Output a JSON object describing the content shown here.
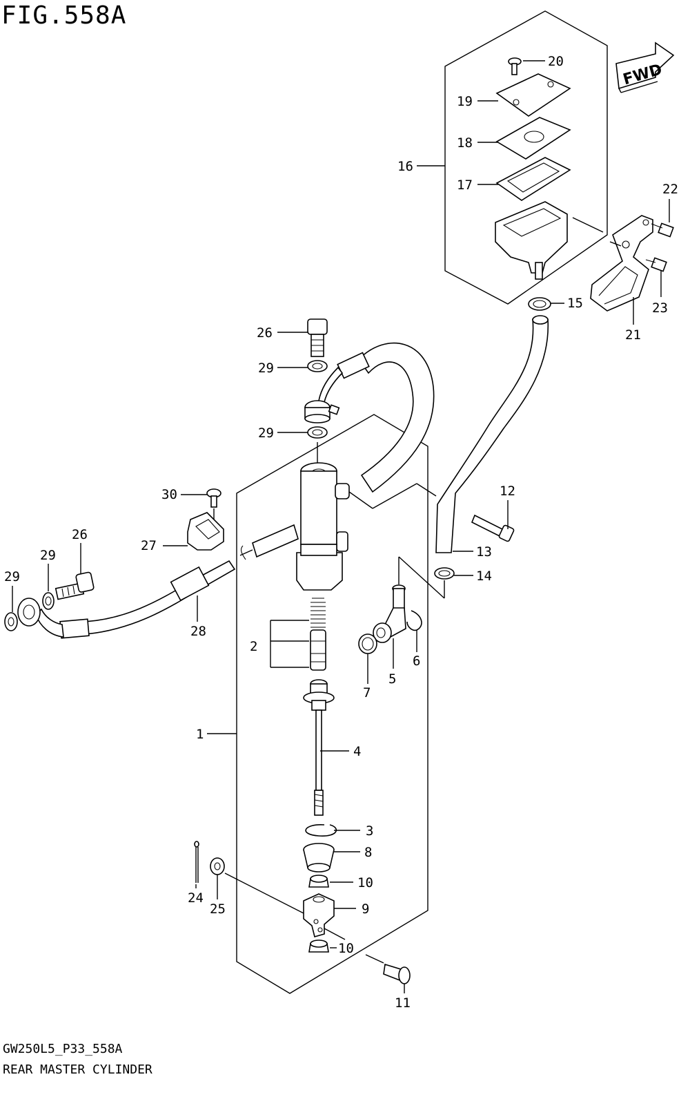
{
  "figure": {
    "title": "FIG.558A",
    "code": "GW250L5_P33_558A",
    "caption": "REAR MASTER CYLINDER",
    "fwd_label": "FWD"
  },
  "callouts": [
    {
      "id": "c1",
      "text": "1"
    },
    {
      "id": "c2",
      "text": "2"
    },
    {
      "id": "c3",
      "text": "3"
    },
    {
      "id": "c4",
      "text": "4"
    },
    {
      "id": "c5",
      "text": "5"
    },
    {
      "id": "c6",
      "text": "6"
    },
    {
      "id": "c7",
      "text": "7"
    },
    {
      "id": "c8",
      "text": "8"
    },
    {
      "id": "c9",
      "text": "9"
    },
    {
      "id": "c10a",
      "text": "10"
    },
    {
      "id": "c10b",
      "text": "10"
    },
    {
      "id": "c11",
      "text": "11"
    },
    {
      "id": "c12",
      "text": "12"
    },
    {
      "id": "c13",
      "text": "13"
    },
    {
      "id": "c14",
      "text": "14"
    },
    {
      "id": "c15",
      "text": "15"
    },
    {
      "id": "c16",
      "text": "16"
    },
    {
      "id": "c17",
      "text": "17"
    },
    {
      "id": "c18",
      "text": "18"
    },
    {
      "id": "c19",
      "text": "19"
    },
    {
      "id": "c20",
      "text": "20"
    },
    {
      "id": "c21",
      "text": "21"
    },
    {
      "id": "c22",
      "text": "22"
    },
    {
      "id": "c23",
      "text": "23"
    },
    {
      "id": "c24",
      "text": "24"
    },
    {
      "id": "c25",
      "text": "25"
    },
    {
      "id": "c26a",
      "text": "26"
    },
    {
      "id": "c26b",
      "text": "26"
    },
    {
      "id": "c27",
      "text": "27"
    },
    {
      "id": "c28",
      "text": "28"
    },
    {
      "id": "c29a",
      "text": "29"
    },
    {
      "id": "c29b",
      "text": "29"
    },
    {
      "id": "c29c",
      "text": "29"
    },
    {
      "id": "c29d",
      "text": "29"
    },
    {
      "id": "c30",
      "text": "30"
    }
  ]
}
